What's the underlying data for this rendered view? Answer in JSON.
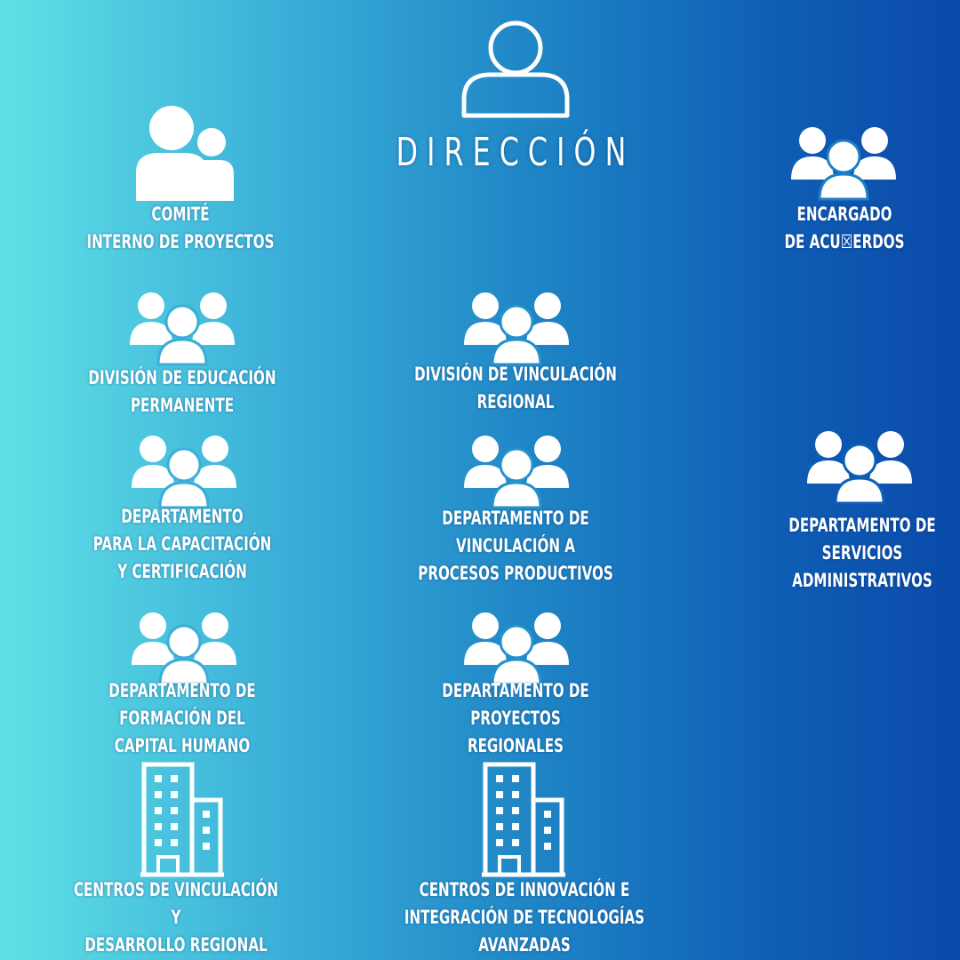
{
  "title": "DIRECCIÓN",
  "nodes": {
    "comite": "COMITÉ\nINTERNO DE PROYECTOS",
    "encargado": "ENCARGADO\nDE ACU☒ERDOS",
    "div_educacion": "DIVISIÓN DE EDUCACIÓN\nPERMANENTE",
    "div_vinculacion": "DIVISIÓN DE VINCULACIÓN\nREGIONAL",
    "depto_capacitacion": "DEPARTAMENTO\nPARA LA CAPACITACIÓN\nY CERTIFICACIÓN",
    "depto_vinculacion_procesos": "DEPARTAMENTO DE\nVINCULACIÓN A\nPROCESOS PRODUCTIVOS",
    "depto_servicios": "DEPARTAMENTO DE\nSERVICIOS\nADMINISTRATIVOS",
    "depto_formacion": "DEPARTAMENTO DE\nFORMACIÓN DEL\nCAPITAL HUMANO",
    "depto_proyectos": "DEPARTAMENTO DE\nPROYECTOS\nREGIONALES",
    "centros_vinculacion": "CENTROS DE VINCULACIÓN Y\nDESARROLLO REGIONAL",
    "centros_innovacion": "CENTROS DE INNOVACIÓN E\nINTEGRACIÓN DE TECNOLOGÍAS\nAVANZADAS"
  },
  "colors": {
    "line_green": "#6fe06a",
    "line_teal": "#139aa6",
    "icon": "#ffffff"
  }
}
